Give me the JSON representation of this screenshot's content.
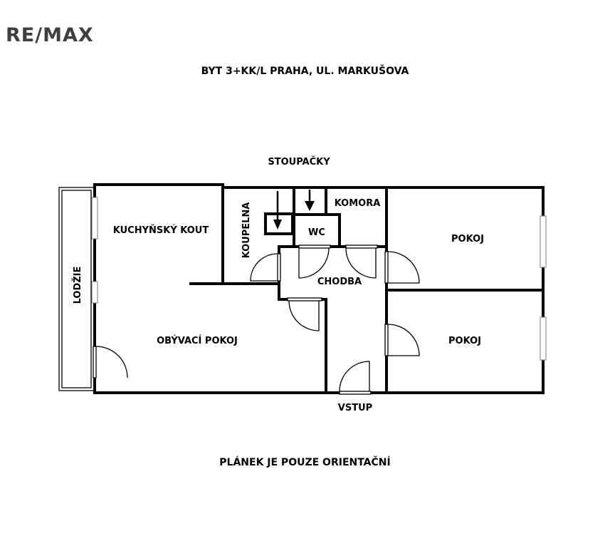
{
  "brand": {
    "logo_text": "RE/MAX"
  },
  "plan": {
    "title": "BYT 3+KK/L PRAHA, UL. MARKUŠOVA",
    "footer_note": "PLÁNEK JE POUZE ORIENTAČNÍ",
    "rooms": {
      "stoupacky": "STOUPAČKY",
      "koupelna": "KOUPELNA",
      "wc": "WC",
      "komora": "KOMORA",
      "kuchynsky_kout": "KUCHYŇSKÝ KOUT",
      "lodzie": "LODŽIE",
      "chodba": "CHODBA",
      "pokoj_upper": "POKOJ",
      "pokoj_lower": "POKOJ",
      "obyvaci_pokoj": "OBÝVACÍ POKOJ",
      "vstup": "VSTUP"
    }
  },
  "colors": {
    "walls": "#000000",
    "logo": "#3f3f3f",
    "background": "#ffffff"
  }
}
